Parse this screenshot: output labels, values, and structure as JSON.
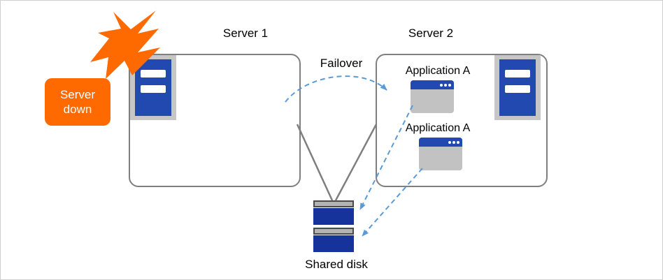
{
  "labels": {
    "server1": "Server 1",
    "server2": "Server 2",
    "failover": "Failover",
    "server_down": "Server down",
    "app1": "Application A",
    "app2": "Application A",
    "shared_disk": "Shared disk"
  },
  "colors": {
    "orange": "#ff6a00",
    "blue_arrow": "#5b9bd5",
    "gray_line": "#7f7f7f",
    "box_border": "#7f7f7f",
    "server_blue": "#2149b0",
    "panel_gray": "#c6c6c6",
    "window_gray": "#c2c2c2",
    "disk_blue": "#16339b",
    "disk_top_gray": "#b3b3b3",
    "text": "#000000",
    "callout_text": "#ffffff"
  },
  "icons": {
    "explosion": "explosion-icon",
    "server": "server-icon",
    "app_window": "app-window-icon",
    "shared_disk": "shared-disk-icon"
  }
}
